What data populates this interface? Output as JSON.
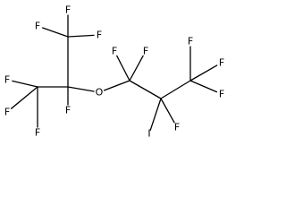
{
  "molecule": {
    "atoms": [
      {
        "id": "F1",
        "symbol": "F"
      },
      {
        "id": "F2",
        "symbol": "F"
      },
      {
        "id": "F3",
        "symbol": "F"
      },
      {
        "id": "F4",
        "symbol": "F"
      },
      {
        "id": "F5",
        "symbol": "F"
      },
      {
        "id": "F6",
        "symbol": "F"
      },
      {
        "id": "F7",
        "symbol": "F"
      },
      {
        "id": "O1",
        "symbol": "O"
      },
      {
        "id": "F8",
        "symbol": "F"
      },
      {
        "id": "F9",
        "symbol": "F"
      },
      {
        "id": "F10",
        "symbol": "F"
      },
      {
        "id": "F11",
        "symbol": "F"
      },
      {
        "id": "F12",
        "symbol": "F"
      },
      {
        "id": "I1",
        "symbol": "I"
      },
      {
        "id": "F13",
        "symbol": "F"
      }
    ],
    "bonds": [
      [
        "C1",
        "F1"
      ],
      [
        "C1",
        "F2"
      ],
      [
        "C1",
        "F3"
      ],
      [
        "C1",
        "C2"
      ],
      [
        "C2",
        "C3"
      ],
      [
        "C2",
        "F7"
      ],
      [
        "C2",
        "O1"
      ],
      [
        "C3",
        "F4"
      ],
      [
        "C3",
        "F5"
      ],
      [
        "C3",
        "F6"
      ],
      [
        "O1",
        "C4"
      ],
      [
        "C4",
        "F8"
      ],
      [
        "C4",
        "F9"
      ],
      [
        "C4",
        "C5"
      ],
      [
        "C5",
        "I1"
      ],
      [
        "C5",
        "F13"
      ],
      [
        "C5",
        "C6"
      ],
      [
        "C6",
        "F10"
      ],
      [
        "C6",
        "F11"
      ],
      [
        "C6",
        "F12"
      ]
    ]
  }
}
